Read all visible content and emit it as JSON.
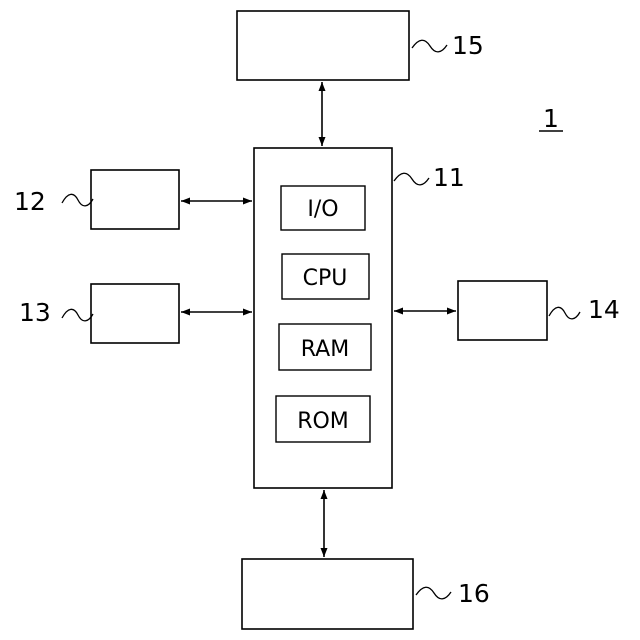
{
  "diagram": {
    "system_ref": "1",
    "controller_ref": "11",
    "units": [
      {
        "ref": "12"
      },
      {
        "ref": "13"
      },
      {
        "ref": "14"
      },
      {
        "ref": "15"
      },
      {
        "ref": "16"
      }
    ],
    "controller_parts": [
      {
        "label": "I/O"
      },
      {
        "label": "CPU"
      },
      {
        "label": "RAM"
      },
      {
        "label": "ROM"
      }
    ],
    "colors": {
      "line": "#000000",
      "background": "#ffffff"
    }
  }
}
